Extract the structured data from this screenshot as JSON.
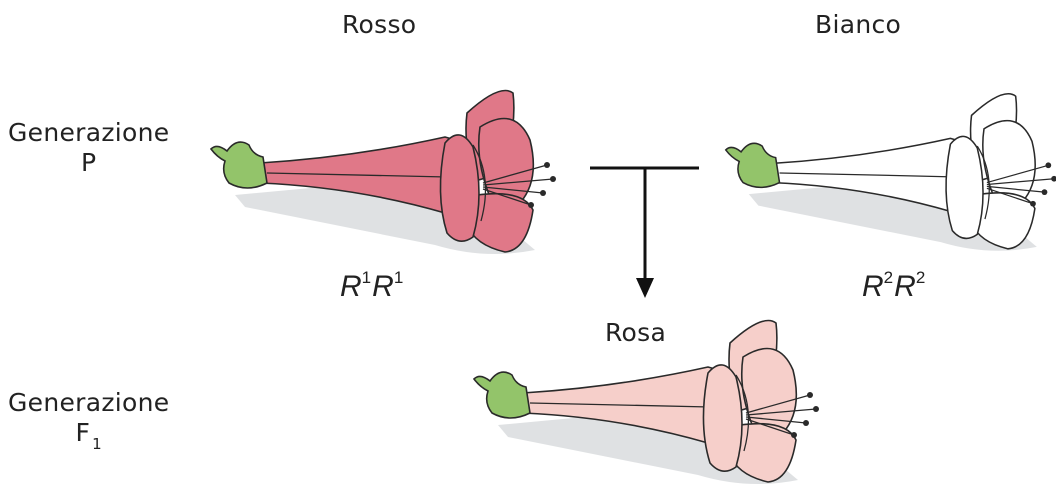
{
  "labels": {
    "col_red": "Rosso",
    "col_white": "Bianco",
    "gen_p_line1": "Generazione",
    "gen_p_line2": "P",
    "gen_f1_line1": "Generazione",
    "gen_f1_letter": "F",
    "gen_f1_sub": "1",
    "pink": "Rosa"
  },
  "genotypes": {
    "red": {
      "a1": "R",
      "s1": "1",
      "a2": "R",
      "s2": "1"
    },
    "white": {
      "a1": "R",
      "s1": "2",
      "a2": "R",
      "s2": "2"
    }
  },
  "colors": {
    "red_flower": "#e07888",
    "white_flower": "#ffffff",
    "pink_flower": "#f6cfca",
    "calyx": "#93c46a"
  }
}
